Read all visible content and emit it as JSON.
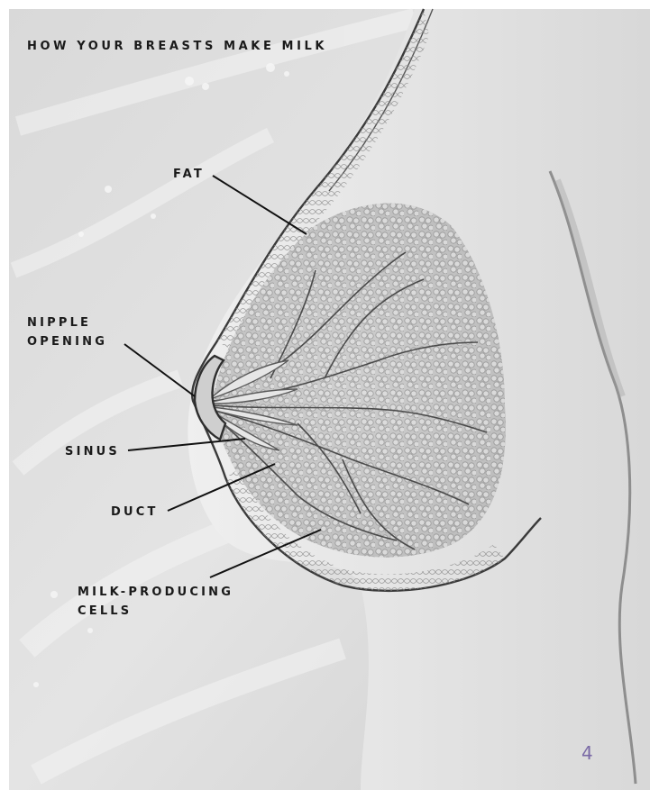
{
  "title": "HOW YOUR BREASTS MAKE MILK",
  "labels": {
    "fat": "FAT",
    "nipple_opening": [
      "NIPPLE",
      "OPENING"
    ],
    "sinus": "SINUS",
    "duct": "DUCT",
    "milk_producing_cells": [
      "MILK-PRODUCING",
      "CELLS"
    ]
  },
  "page_number": "4",
  "colors": {
    "accent": "#7a6aa6",
    "label_text": "#1a1a1a"
  }
}
